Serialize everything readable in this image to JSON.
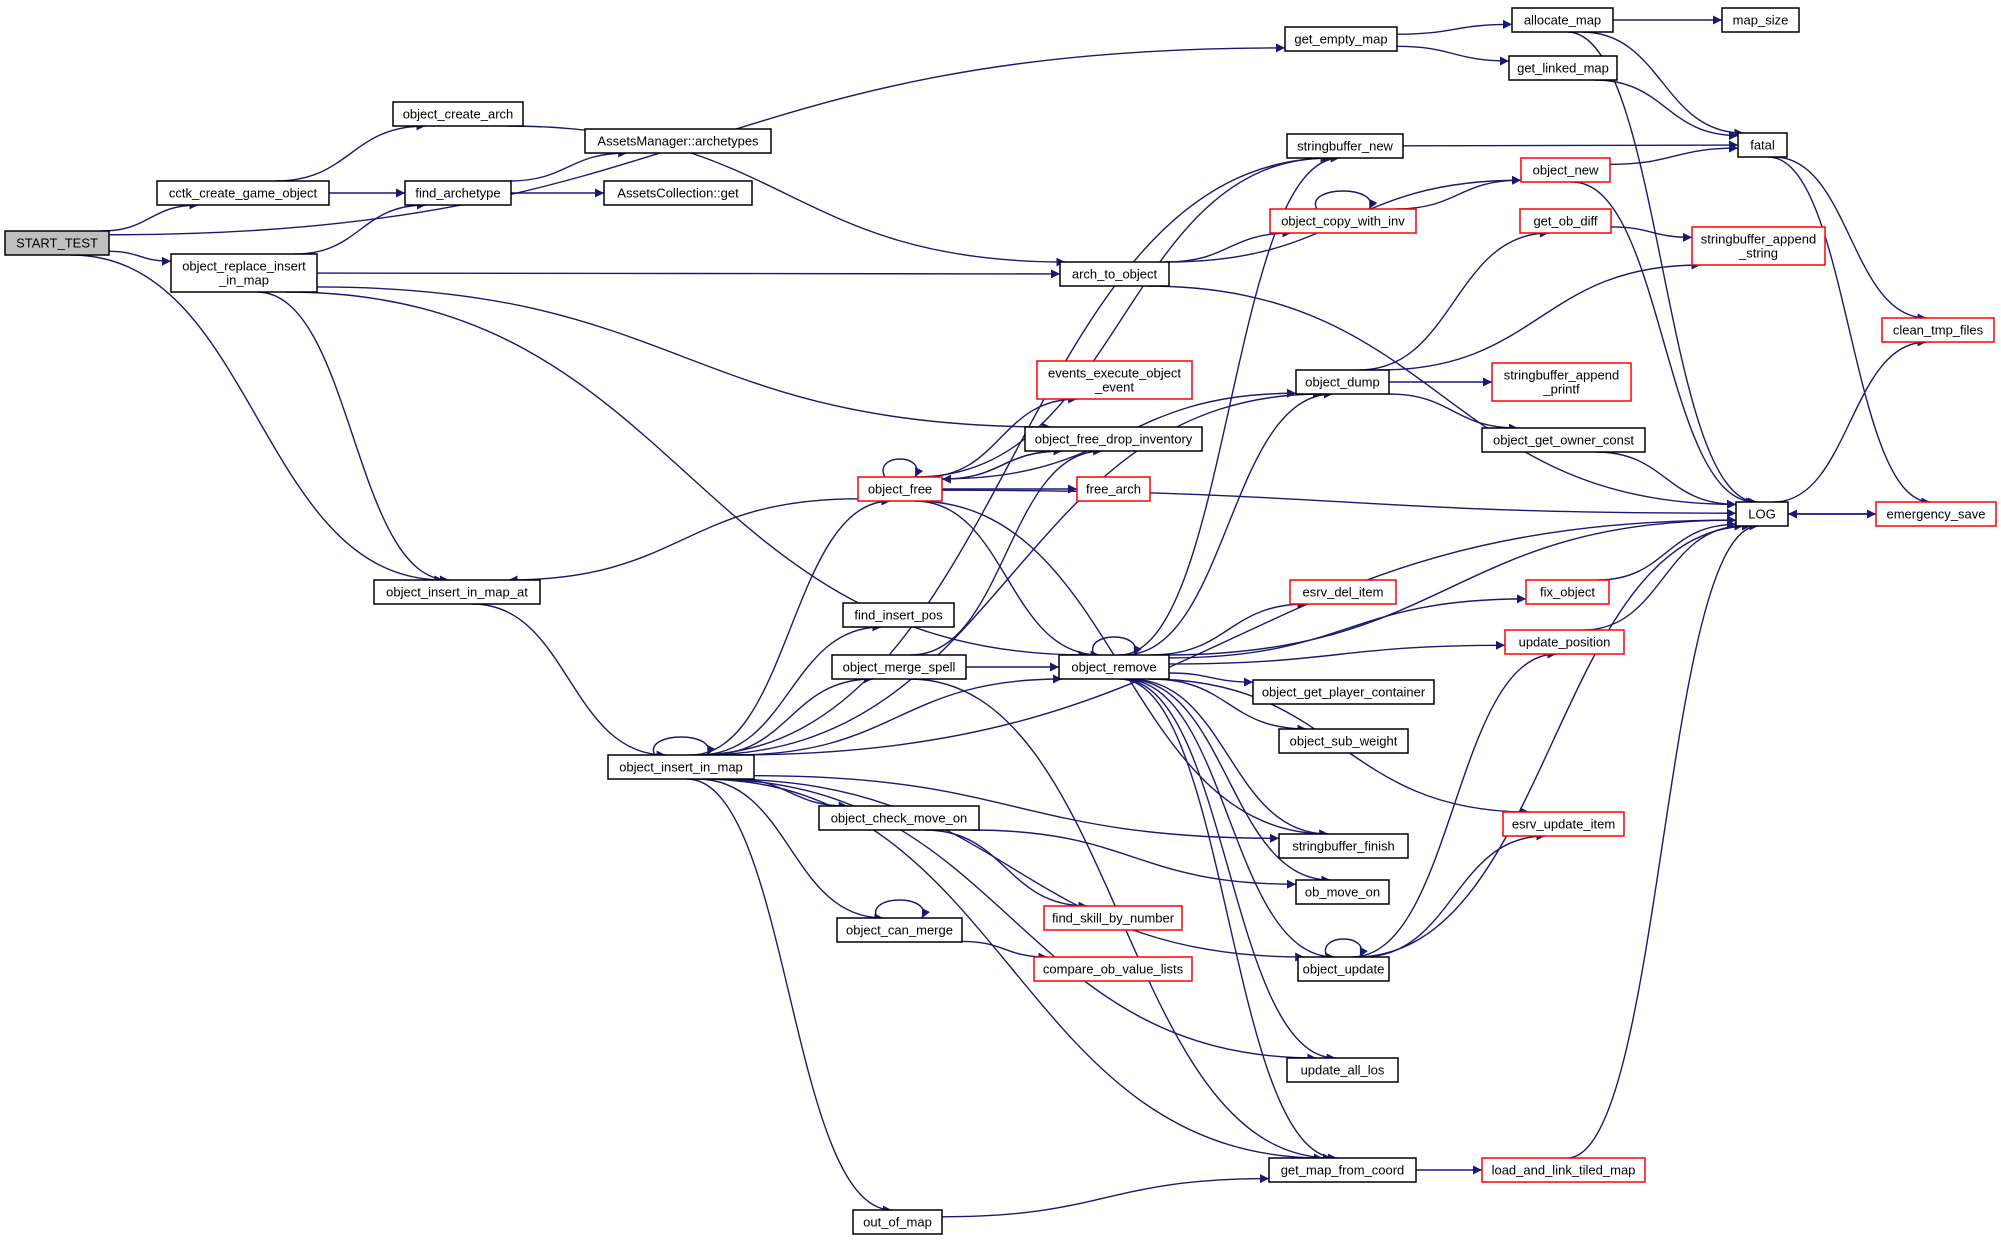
{
  "diagram": {
    "colors": {
      "edge": "#191970",
      "node_border": "#000000",
      "node_border_red": "#ff0000",
      "root_fill": "#bfbfbf"
    },
    "nodes": {
      "START_TEST": {
        "label": [
          "START_TEST"
        ],
        "style": "root"
      },
      "cctk_create_game_object": {
        "label": [
          "cctk_create_game_object"
        ],
        "style": "black"
      },
      "object_create_arch": {
        "label": [
          "object_create_arch"
        ],
        "style": "black"
      },
      "find_archetype": {
        "label": [
          "find_archetype"
        ],
        "style": "black"
      },
      "AssetsManager_archetypes": {
        "label": [
          "AssetsManager::archetypes"
        ],
        "style": "black"
      },
      "AssetsCollection_get": {
        "label": [
          "AssetsCollection::get"
        ],
        "style": "black"
      },
      "object_replace_insert_in_map": {
        "label": [
          "object_replace_insert",
          "_in_map"
        ],
        "style": "black"
      },
      "get_empty_map": {
        "label": [
          "get_empty_map"
        ],
        "style": "black"
      },
      "allocate_map": {
        "label": [
          "allocate_map"
        ],
        "style": "black"
      },
      "map_size": {
        "label": [
          "map_size"
        ],
        "style": "black"
      },
      "get_linked_map": {
        "label": [
          "get_linked_map"
        ],
        "style": "black"
      },
      "fatal": {
        "label": [
          "fatal"
        ],
        "style": "black"
      },
      "stringbuffer_new": {
        "label": [
          "stringbuffer_new"
        ],
        "style": "black"
      },
      "object_new": {
        "label": [
          "object_new"
        ],
        "style": "red"
      },
      "object_copy_with_inv": {
        "label": [
          "object_copy_with_inv"
        ],
        "style": "red"
      },
      "arch_to_object": {
        "label": [
          "arch_to_object"
        ],
        "style": "black"
      },
      "get_ob_diff": {
        "label": [
          "get_ob_diff"
        ],
        "style": "red"
      },
      "stringbuffer_append_string": {
        "label": [
          "stringbuffer_append",
          "_string"
        ],
        "style": "red"
      },
      "clean_tmp_files": {
        "label": [
          "clean_tmp_files"
        ],
        "style": "red"
      },
      "events_execute_object_event": {
        "label": [
          "events_execute_object",
          "_event"
        ],
        "style": "red"
      },
      "object_dump": {
        "label": [
          "object_dump"
        ],
        "style": "black"
      },
      "stringbuffer_append_printf": {
        "label": [
          "stringbuffer_append",
          "_printf"
        ],
        "style": "red"
      },
      "object_free_drop_inventory": {
        "label": [
          "object_free_drop_inventory"
        ],
        "style": "black"
      },
      "object_get_owner_const": {
        "label": [
          "object_get_owner_const"
        ],
        "style": "black"
      },
      "object_free": {
        "label": [
          "object_free"
        ],
        "style": "red"
      },
      "free_arch": {
        "label": [
          "free_arch"
        ],
        "style": "red"
      },
      "LOG": {
        "label": [
          "LOG"
        ],
        "style": "black"
      },
      "emergency_save": {
        "label": [
          "emergency_save"
        ],
        "style": "red"
      },
      "object_insert_in_map_at": {
        "label": [
          "object_insert_in_map_at"
        ],
        "style": "black"
      },
      "esrv_del_item": {
        "label": [
          "esrv_del_item"
        ],
        "style": "red"
      },
      "fix_object": {
        "label": [
          "fix_object"
        ],
        "style": "red"
      },
      "find_insert_pos": {
        "label": [
          "find_insert_pos"
        ],
        "style": "black"
      },
      "update_position": {
        "label": [
          "update_position"
        ],
        "style": "red"
      },
      "object_merge_spell": {
        "label": [
          "object_merge_spell"
        ],
        "style": "black"
      },
      "object_remove": {
        "label": [
          "object_remove"
        ],
        "style": "black"
      },
      "object_get_player_container": {
        "label": [
          "object_get_player_container"
        ],
        "style": "black"
      },
      "object_sub_weight": {
        "label": [
          "object_sub_weight"
        ],
        "style": "black"
      },
      "object_insert_in_map": {
        "label": [
          "object_insert_in_map"
        ],
        "style": "black"
      },
      "object_check_move_on": {
        "label": [
          "object_check_move_on"
        ],
        "style": "black"
      },
      "esrv_update_item": {
        "label": [
          "esrv_update_item"
        ],
        "style": "red"
      },
      "stringbuffer_finish": {
        "label": [
          "stringbuffer_finish"
        ],
        "style": "black"
      },
      "ob_move_on": {
        "label": [
          "ob_move_on"
        ],
        "style": "black"
      },
      "find_skill_by_number": {
        "label": [
          "find_skill_by_number"
        ],
        "style": "red"
      },
      "object_can_merge": {
        "label": [
          "object_can_merge"
        ],
        "style": "black"
      },
      "compare_ob_value_lists": {
        "label": [
          "compare_ob_value_lists"
        ],
        "style": "red"
      },
      "object_update": {
        "label": [
          "object_update"
        ],
        "style": "black"
      },
      "update_all_los": {
        "label": [
          "update_all_los"
        ],
        "style": "black"
      },
      "get_map_from_coord": {
        "label": [
          "get_map_from_coord"
        ],
        "style": "black"
      },
      "load_and_link_tiled_map": {
        "label": [
          "load_and_link_tiled_map"
        ],
        "style": "red"
      },
      "out_of_map": {
        "label": [
          "out_of_map"
        ],
        "style": "black"
      }
    },
    "edges": [
      [
        "START_TEST",
        "get_empty_map"
      ],
      [
        "START_TEST",
        "cctk_create_game_object"
      ],
      [
        "START_TEST",
        "object_replace_insert_in_map"
      ],
      [
        "START_TEST",
        "object_insert_in_map_at"
      ],
      [
        "get_empty_map",
        "allocate_map"
      ],
      [
        "get_empty_map",
        "get_linked_map"
      ],
      [
        "allocate_map",
        "map_size"
      ],
      [
        "allocate_map",
        "fatal"
      ],
      [
        "allocate_map",
        "LOG"
      ],
      [
        "get_linked_map",
        "fatal"
      ],
      [
        "cctk_create_game_object",
        "object_create_arch"
      ],
      [
        "cctk_create_game_object",
        "find_archetype"
      ],
      [
        "object_create_arch",
        "arch_to_object"
      ],
      [
        "find_archetype",
        "AssetsManager_archetypes"
      ],
      [
        "find_archetype",
        "AssetsCollection_get"
      ],
      [
        "object_replace_insert_in_map",
        "find_archetype"
      ],
      [
        "object_replace_insert_in_map",
        "arch_to_object"
      ],
      [
        "object_replace_insert_in_map",
        "object_free_drop_inventory"
      ],
      [
        "object_replace_insert_in_map",
        "object_remove"
      ],
      [
        "object_replace_insert_in_map",
        "object_insert_in_map_at"
      ],
      [
        "stringbuffer_new",
        "fatal"
      ],
      [
        "fatal",
        "clean_tmp_files"
      ],
      [
        "fatal",
        "emergency_save"
      ],
      [
        "arch_to_object",
        "object_copy_with_inv"
      ],
      [
        "arch_to_object",
        "object_new"
      ],
      [
        "arch_to_object",
        "LOG"
      ],
      [
        "object_copy_with_inv",
        "object_copy_with_inv"
      ],
      [
        "object_copy_with_inv",
        "object_new"
      ],
      [
        "object_new",
        "fatal"
      ],
      [
        "object_new",
        "LOG"
      ],
      [
        "get_ob_diff",
        "stringbuffer_append_string"
      ],
      [
        "object_dump",
        "get_ob_diff"
      ],
      [
        "object_dump",
        "stringbuffer_append_string"
      ],
      [
        "object_dump",
        "stringbuffer_append_printf"
      ],
      [
        "object_dump",
        "object_get_owner_const"
      ],
      [
        "object_get_owner_const",
        "LOG"
      ],
      [
        "LOG",
        "clean_tmp_files"
      ],
      [
        "LOG",
        "emergency_save"
      ],
      [
        "emergency_save",
        "LOG"
      ],
      [
        "object_free",
        "object_free"
      ],
      [
        "object_free",
        "events_execute_object_event"
      ],
      [
        "object_free",
        "object_free_drop_inventory"
      ],
      [
        "object_free",
        "free_arch"
      ],
      [
        "object_free",
        "object_dump"
      ],
      [
        "object_free",
        "LOG"
      ],
      [
        "object_free",
        "stringbuffer_new"
      ],
      [
        "object_free",
        "object_remove"
      ],
      [
        "object_free",
        "stringbuffer_finish"
      ],
      [
        "object_free",
        "object_insert_in_map_at"
      ],
      [
        "object_free_drop_inventory",
        "object_free"
      ],
      [
        "object_insert_in_map_at",
        "object_insert_in_map"
      ],
      [
        "fix_object",
        "LOG"
      ],
      [
        "update_position",
        "LOG"
      ],
      [
        "object_merge_spell",
        "object_remove"
      ],
      [
        "object_merge_spell",
        "object_free_drop_inventory"
      ],
      [
        "object_merge_spell",
        "get_map_from_coord"
      ],
      [
        "object_remove",
        "object_remove"
      ],
      [
        "object_remove",
        "stringbuffer_new"
      ],
      [
        "object_remove",
        "object_dump"
      ],
      [
        "object_remove",
        "LOG"
      ],
      [
        "object_remove",
        "fix_object"
      ],
      [
        "object_remove",
        "esrv_del_item"
      ],
      [
        "object_remove",
        "update_position"
      ],
      [
        "object_remove",
        "object_get_player_container"
      ],
      [
        "object_remove",
        "object_sub_weight"
      ],
      [
        "object_remove",
        "esrv_update_item"
      ],
      [
        "object_remove",
        "stringbuffer_finish"
      ],
      [
        "object_remove",
        "ob_move_on"
      ],
      [
        "object_remove",
        "object_update"
      ],
      [
        "object_remove",
        "update_all_los"
      ],
      [
        "object_remove",
        "get_map_from_coord"
      ],
      [
        "object_insert_in_map",
        "object_insert_in_map"
      ],
      [
        "object_insert_in_map",
        "stringbuffer_new"
      ],
      [
        "object_insert_in_map",
        "object_dump"
      ],
      [
        "object_insert_in_map",
        "object_free"
      ],
      [
        "object_insert_in_map",
        "find_insert_pos"
      ],
      [
        "object_insert_in_map",
        "object_merge_spell"
      ],
      [
        "object_insert_in_map",
        "object_remove"
      ],
      [
        "object_insert_in_map",
        "stringbuffer_finish"
      ],
      [
        "object_insert_in_map",
        "object_check_move_on"
      ],
      [
        "object_insert_in_map",
        "object_can_merge"
      ],
      [
        "object_insert_in_map",
        "object_update"
      ],
      [
        "object_insert_in_map",
        "update_all_los"
      ],
      [
        "object_insert_in_map",
        "LOG"
      ],
      [
        "object_insert_in_map",
        "get_map_from_coord"
      ],
      [
        "object_insert_in_map",
        "out_of_map"
      ],
      [
        "object_check_move_on",
        "ob_move_on"
      ],
      [
        "object_check_move_on",
        "find_skill_by_number"
      ],
      [
        "object_can_merge",
        "object_can_merge"
      ],
      [
        "object_can_merge",
        "compare_ob_value_lists"
      ],
      [
        "object_update",
        "object_update"
      ],
      [
        "object_update",
        "update_position"
      ],
      [
        "object_update",
        "esrv_update_item"
      ],
      [
        "object_update",
        "LOG"
      ],
      [
        "get_map_from_coord",
        "load_and_link_tiled_map"
      ],
      [
        "load_and_link_tiled_map",
        "LOG"
      ],
      [
        "out_of_map",
        "get_map_from_coord"
      ]
    ]
  }
}
